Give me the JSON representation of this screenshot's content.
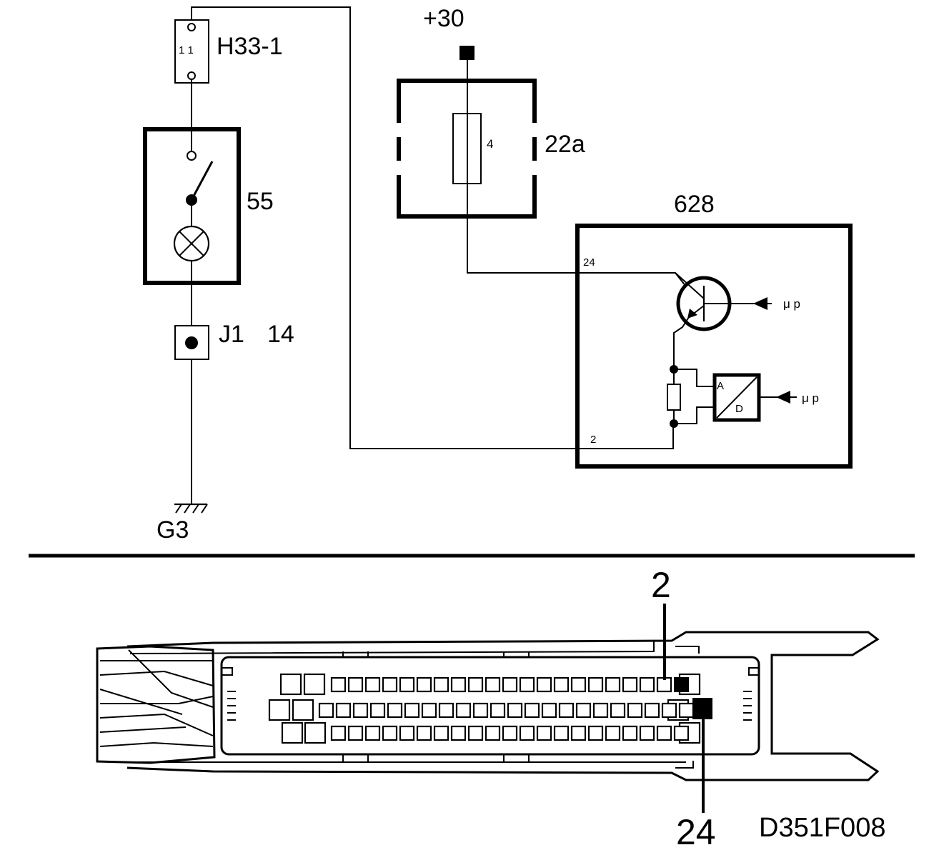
{
  "labels": {
    "fuse_holder": "H33-1",
    "fuse_holder_pin": "1 1",
    "switch_unit": "55",
    "junction": "J1",
    "junction_pin": "14",
    "ground": "G3",
    "supply": "+30",
    "fuse_box": "22a",
    "fuse_number": "4",
    "control_module": "628",
    "module_pin_24": "24",
    "module_pin_2": "2",
    "micro_processor_1": "μ p",
    "micro_processor_2": "μ p",
    "adc_a": "A",
    "adc_d": "D",
    "connector_pin_2": "2",
    "connector_pin_24": "24",
    "reference": "D351F008"
  },
  "connector": {
    "row_counts": [
      21,
      23,
      21
    ],
    "highlighted_pins": [
      "2",
      "24"
    ]
  }
}
